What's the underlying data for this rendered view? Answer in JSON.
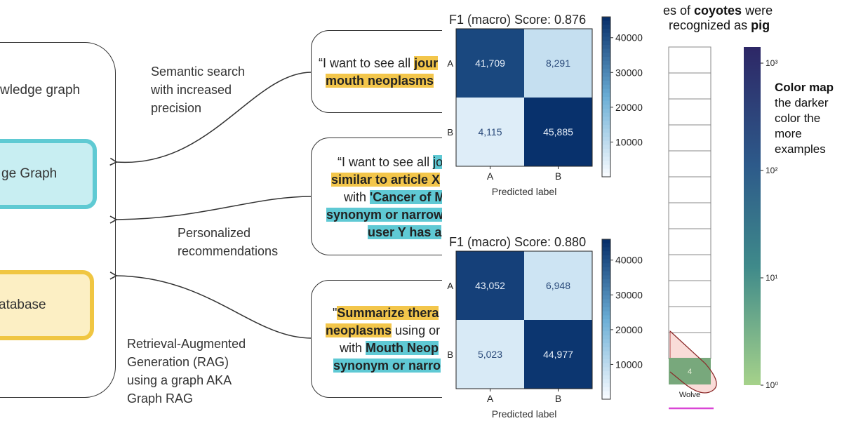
{
  "diagram": {
    "container_label": "wledge graph",
    "kg_pill": "ge Graph",
    "db_pill": "atabase",
    "edges": {
      "semantic": [
        "Semantic search",
        "with increased",
        "precision"
      ],
      "personalized": [
        "Personalized",
        "recommendations"
      ],
      "rag": [
        "Retrieval-Augmented",
        "Generation (RAG)",
        "using a graph AKA",
        "Graph RAG"
      ]
    },
    "query1": {
      "l1_open": "“I want to see all ",
      "l1_hl": "jour",
      "l2_hl": "mouth neoplasms"
    },
    "query2": {
      "l1_open": "“I want to see all ",
      "l1_hl": "jo",
      "l2_hl": "similar to article X",
      "l3_pre": "with ",
      "l3_hl": "'Cancer of M",
      "l4_hl": "synonym or narrow",
      "l5_hl": "user Y has a"
    },
    "query3": {
      "l1_open": "\"",
      "l1_hl": "Summarize thera",
      "l2_hl": "neoplasms",
      "l2_post": " using or",
      "l3_pre": "with ",
      "l3_hl": "Mouth Neop",
      "l4_hl": "synonym or narro"
    }
  },
  "matrices": [
    {
      "title": "F1 (macro) Score: 0.876",
      "cells": [
        [
          "41,709",
          "8,291"
        ],
        [
          "4,115",
          "45,885"
        ]
      ],
      "values": [
        [
          41709,
          8291
        ],
        [
          4115,
          45885
        ]
      ],
      "row_labels": [
        "A",
        "B"
      ],
      "col_labels": [
        "A",
        "B"
      ],
      "xlabel": "Predicted label",
      "colorbar_ticks": [
        "40000",
        "30000",
        "20000",
        "10000"
      ]
    },
    {
      "title": "F1 (macro) Score: 0.880",
      "cells": [
        [
          "43,052",
          "6,948"
        ],
        [
          "5,023",
          "44,977"
        ]
      ],
      "values": [
        [
          43052,
          6948
        ],
        [
          5023,
          44977
        ]
      ],
      "row_labels": [
        "A",
        "B"
      ],
      "col_labels": [
        "A",
        "B"
      ],
      "xlabel": "Predicted label",
      "colorbar_ticks": [
        "40000",
        "30000",
        "20000",
        "10000"
      ]
    }
  ],
  "annotation": {
    "line1_pre": "es of ",
    "line1_bold": "coyotes",
    "line1_post": " were",
    "line2_pre": "recognized as ",
    "line2_bold": "pig",
    "cell_value": "4",
    "column_label": "Wolve",
    "colormap_title": "Color map",
    "colormap_desc": [
      "the darker",
      "color the",
      "more",
      "examples"
    ],
    "colorbar_ticks": [
      "10³",
      "10²",
      "10¹",
      "10⁰"
    ]
  },
  "colors": {
    "kg_fill": "#c8eef2",
    "kg_border": "#5fcad3",
    "db_fill": "#fcefc4",
    "db_border": "#f0c642",
    "highlight_yellow": "#f3c64b",
    "highlight_cyan": "#5fc9d4",
    "matrix_dark": "#08306b",
    "matrix_light": "#f7fbff",
    "highlight_circle": "#f9d9d4",
    "magenta_line": "#d946d6"
  }
}
